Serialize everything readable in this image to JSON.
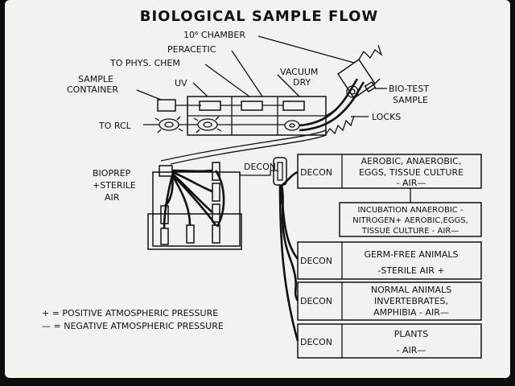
{
  "title": "BIOLOGICAL SAMPLE FLOW",
  "labels": {
    "chamber": "10⁶ CHAMBER",
    "peracetic": "PERACETIC",
    "phys_chem": "TO PHYS. CHEM",
    "vacuum": "VACUUM",
    "dry": "DRY",
    "sample": "SAMPLE",
    "container": "CONTAINER",
    "uv": "UV",
    "bio_test": "BIO-TEST",
    "bio_sample": "SAMPLE",
    "to_rcl": "TO RCL",
    "locks": "LOCKS",
    "bioprep": "BIOPREP",
    "sterile": "+STERILE",
    "air": "AIR",
    "decon_top": "DECON"
  },
  "rows": [
    {
      "decon": "DECON",
      "lines": [
        "AEROBIC, ANAEROBIC,",
        "EGGS, TISSUE CULTURE",
        "- AIR—"
      ]
    },
    {
      "decon": "DECON",
      "lines": [
        "GERM-FREE ANIMALS",
        "-STERILE AIR +"
      ]
    },
    {
      "decon": "DECON",
      "lines": [
        "NORMAL ANIMALS",
        "INVERTEBRATES,",
        "AMPHIBIA - AIR—"
      ]
    },
    {
      "decon": "DECON",
      "lines": [
        "PLANTS",
        "- AIR—"
      ]
    }
  ],
  "incubation": [
    "INCUBATION ANAEROBIC -",
    "NITROGEN+ AEROBIC,EGGS,",
    "TISSUE CULTURE - AIR—"
  ],
  "legend": [
    "+ = POSITIVE ATMOSPHERIC PRESSURE",
    "— = NEGATIVE ATMOSPHERIC PRESSURE"
  ]
}
